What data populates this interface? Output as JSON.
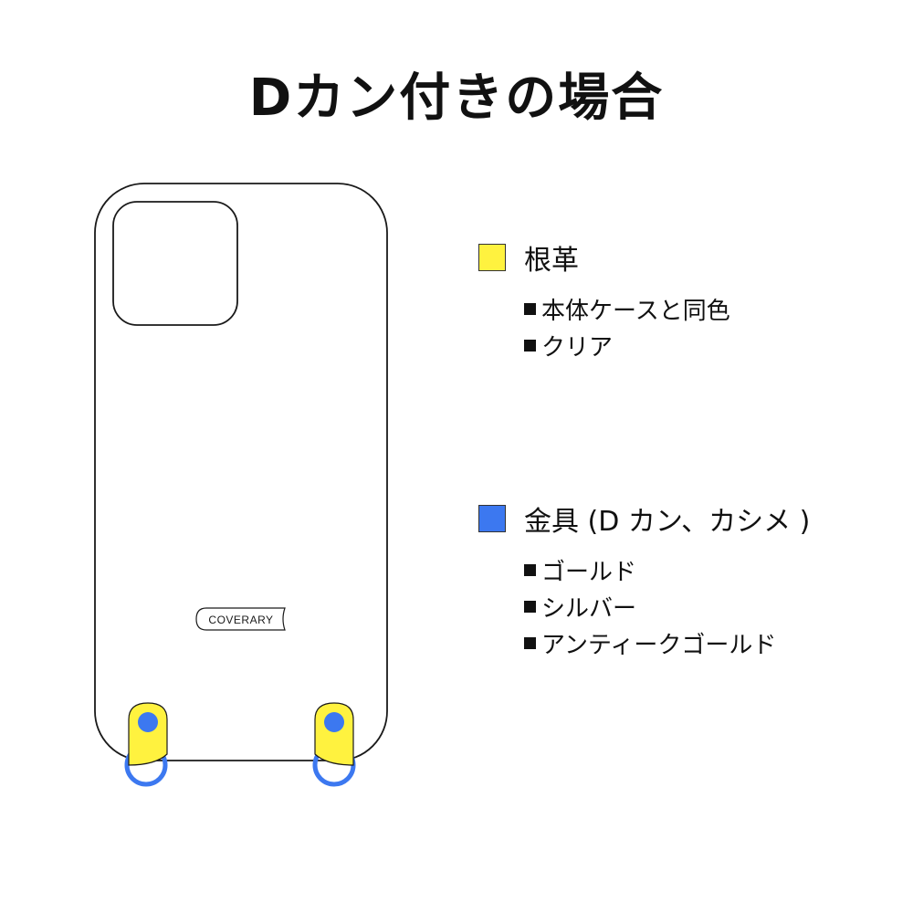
{
  "title": "Dカン付きの場合",
  "brand": "COVERARY",
  "colors": {
    "leather": "#FFF23F",
    "hardware": "#3C78F0",
    "outline": "#1A1A1A"
  },
  "legend": [
    {
      "label": "根革",
      "swatch": "#FFF23F",
      "options": [
        "本体ケースと同色",
        "クリア"
      ]
    },
    {
      "label": "金具 (D カン、カシメ )",
      "swatch": "#3C78F0",
      "options": [
        "ゴールド",
        "シルバー",
        "アンティークゴールド"
      ]
    }
  ]
}
